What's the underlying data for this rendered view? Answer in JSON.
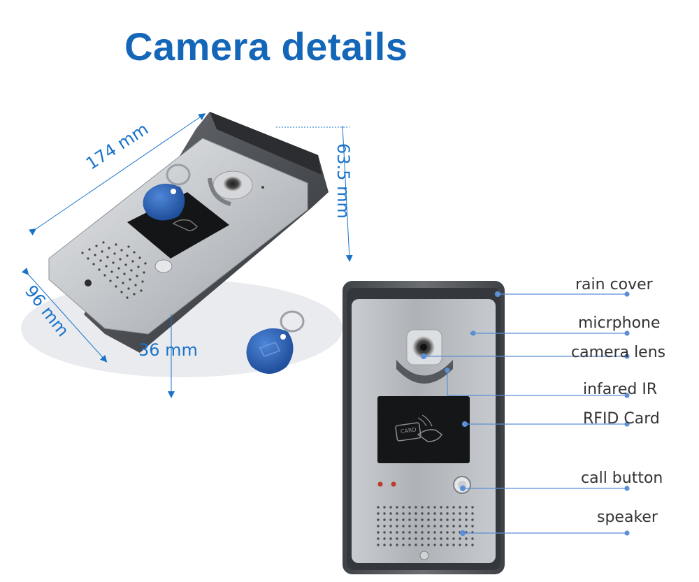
{
  "title": "Camera details",
  "dimensions": {
    "width": "174 mm",
    "height": "63.5 mm",
    "depth": "96 mm",
    "thickness": "36 mm"
  },
  "rfid_card_text": "CARD",
  "callouts": [
    {
      "id": "rain-cover",
      "label": "rain cover"
    },
    {
      "id": "microphone",
      "label": "micrphone"
    },
    {
      "id": "camera-lens",
      "label": "camera lens"
    },
    {
      "id": "infrared-ir",
      "label": "infared IR"
    },
    {
      "id": "rfid-card",
      "label": "RFID Card"
    },
    {
      "id": "call-button",
      "label": "call button"
    },
    {
      "id": "speaker",
      "label": "speaker"
    }
  ],
  "colors": {
    "title": "#1466b8",
    "dimension_text": "#1a73c9",
    "callout_line": "#5b8fd6",
    "panel_silver": "#b9bdc2",
    "housing_gray": "#4a4d52",
    "keyfob_blue": "#2a5db0"
  }
}
